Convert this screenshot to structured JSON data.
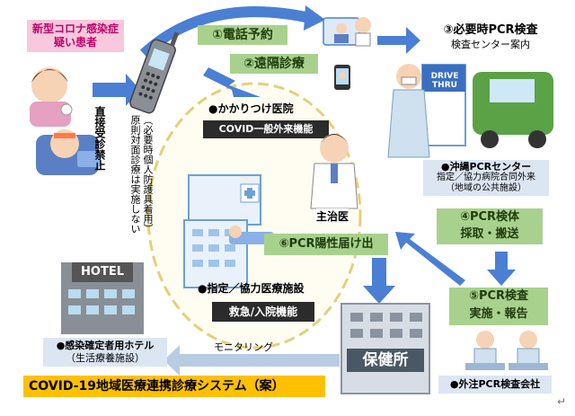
{
  "patient": {
    "title_line1": "新型コロナ感染症",
    "title_line2": "疑い患者"
  },
  "direct_visit": "直接受診禁止",
  "phone_note_1": "（必要時個人防護具着用）",
  "phone_note_2": "原則対面診療は実施しない",
  "step1": "①電話予約",
  "step2": "②遠隔診療",
  "step3": {
    "title": "③必要時PCR検査",
    "sub": "検査センター案内"
  },
  "okinawa_center": {
    "line1": "●沖縄PCRセンター",
    "line2": "指定／協力病院合同外来",
    "line3": "（地域の公共施設）"
  },
  "step4": {
    "line1": "④PCR検体",
    "line2": "採取・搬送"
  },
  "step5": {
    "line1": "⑤PCR検査",
    "line2": "実施・報告"
  },
  "step6": "⑥PCR陽性届け出",
  "clinic": {
    "title": "●かかりつけ医院",
    "function": "COVID一般外来機能",
    "doctor": "主治医"
  },
  "designated": {
    "title": "●指定／協力医療施設",
    "function": "救急/入院機能"
  },
  "hotel": {
    "sign": "HOTEL",
    "line1": "●感染確定者用ホテル",
    "line2": "（生活療養施設）"
  },
  "monitoring": "モニタリング",
  "health_center": "保健所",
  "lab_company": "●外注PCR検査会社",
  "system_title": "COVID-19地域医療連携診療システム（案）",
  "drive_thru_sign": "DRIVE THRU",
  "colors": {
    "arrow_blue": "#4a7fd4",
    "green_box": "#a9d18e",
    "dark_box": "#2b2b2b",
    "yellow_title": "#ffc000",
    "pink_box": "#f8c8dc",
    "ellipse": "#e6cf7a"
  }
}
